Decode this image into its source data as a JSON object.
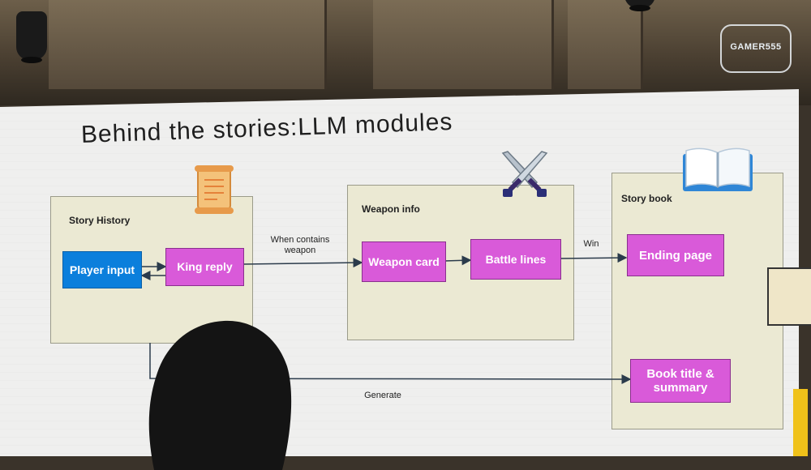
{
  "slide": {
    "title": "Behind the stories:LLM modules",
    "watermark": "GAMER555"
  },
  "modules": {
    "story_history": {
      "label": "Story History"
    },
    "weapon_info": {
      "label": "Weapon info"
    },
    "story_book": {
      "label": "Story book"
    }
  },
  "nodes": {
    "player_input": "Player input",
    "king_reply": "King reply",
    "weapon_card": "Weapon card",
    "battle_lines": "Battle lines",
    "ending_page": "Ending page",
    "book_title": "Book title & summary"
  },
  "edges": {
    "when_weapon": "When contains weapon",
    "win": "Win",
    "generate": "Generate"
  },
  "icons": [
    "scroll-icon",
    "crossed-swords-icon",
    "open-book-icon",
    "spotlight-icon"
  ],
  "colors": {
    "node_pink": "#d95ad9",
    "node_blue": "#0b7fdc",
    "module_bg": "#ebe9d3"
  }
}
